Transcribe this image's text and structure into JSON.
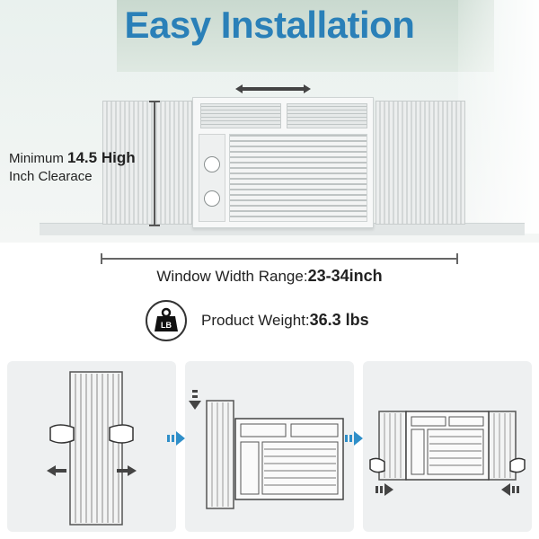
{
  "title": "Easy Installation",
  "clearance": {
    "prefix": "Minimum ",
    "value": "14.5 High",
    "suffix": "Inch Clearace"
  },
  "width": {
    "label": "Window Width Range:",
    "value": "23-34inch"
  },
  "weight": {
    "badge": "LB",
    "label": "Product Weight:",
    "value": "36.3 lbs"
  },
  "colors": {
    "title": "#2a80b8",
    "step_arrow": "#2f8fc9",
    "background": "#ffffff",
    "step_panel": "#eef0f1"
  },
  "icons": [
    "weight-icon",
    "arrow-right-icon",
    "arrow-left-icon",
    "arrow-down-icon",
    "chevron-right-icon",
    "hand-icon"
  ],
  "steps": [
    "step-extend-panel",
    "step-attach-panel",
    "step-pull-panels-to-frame"
  ]
}
